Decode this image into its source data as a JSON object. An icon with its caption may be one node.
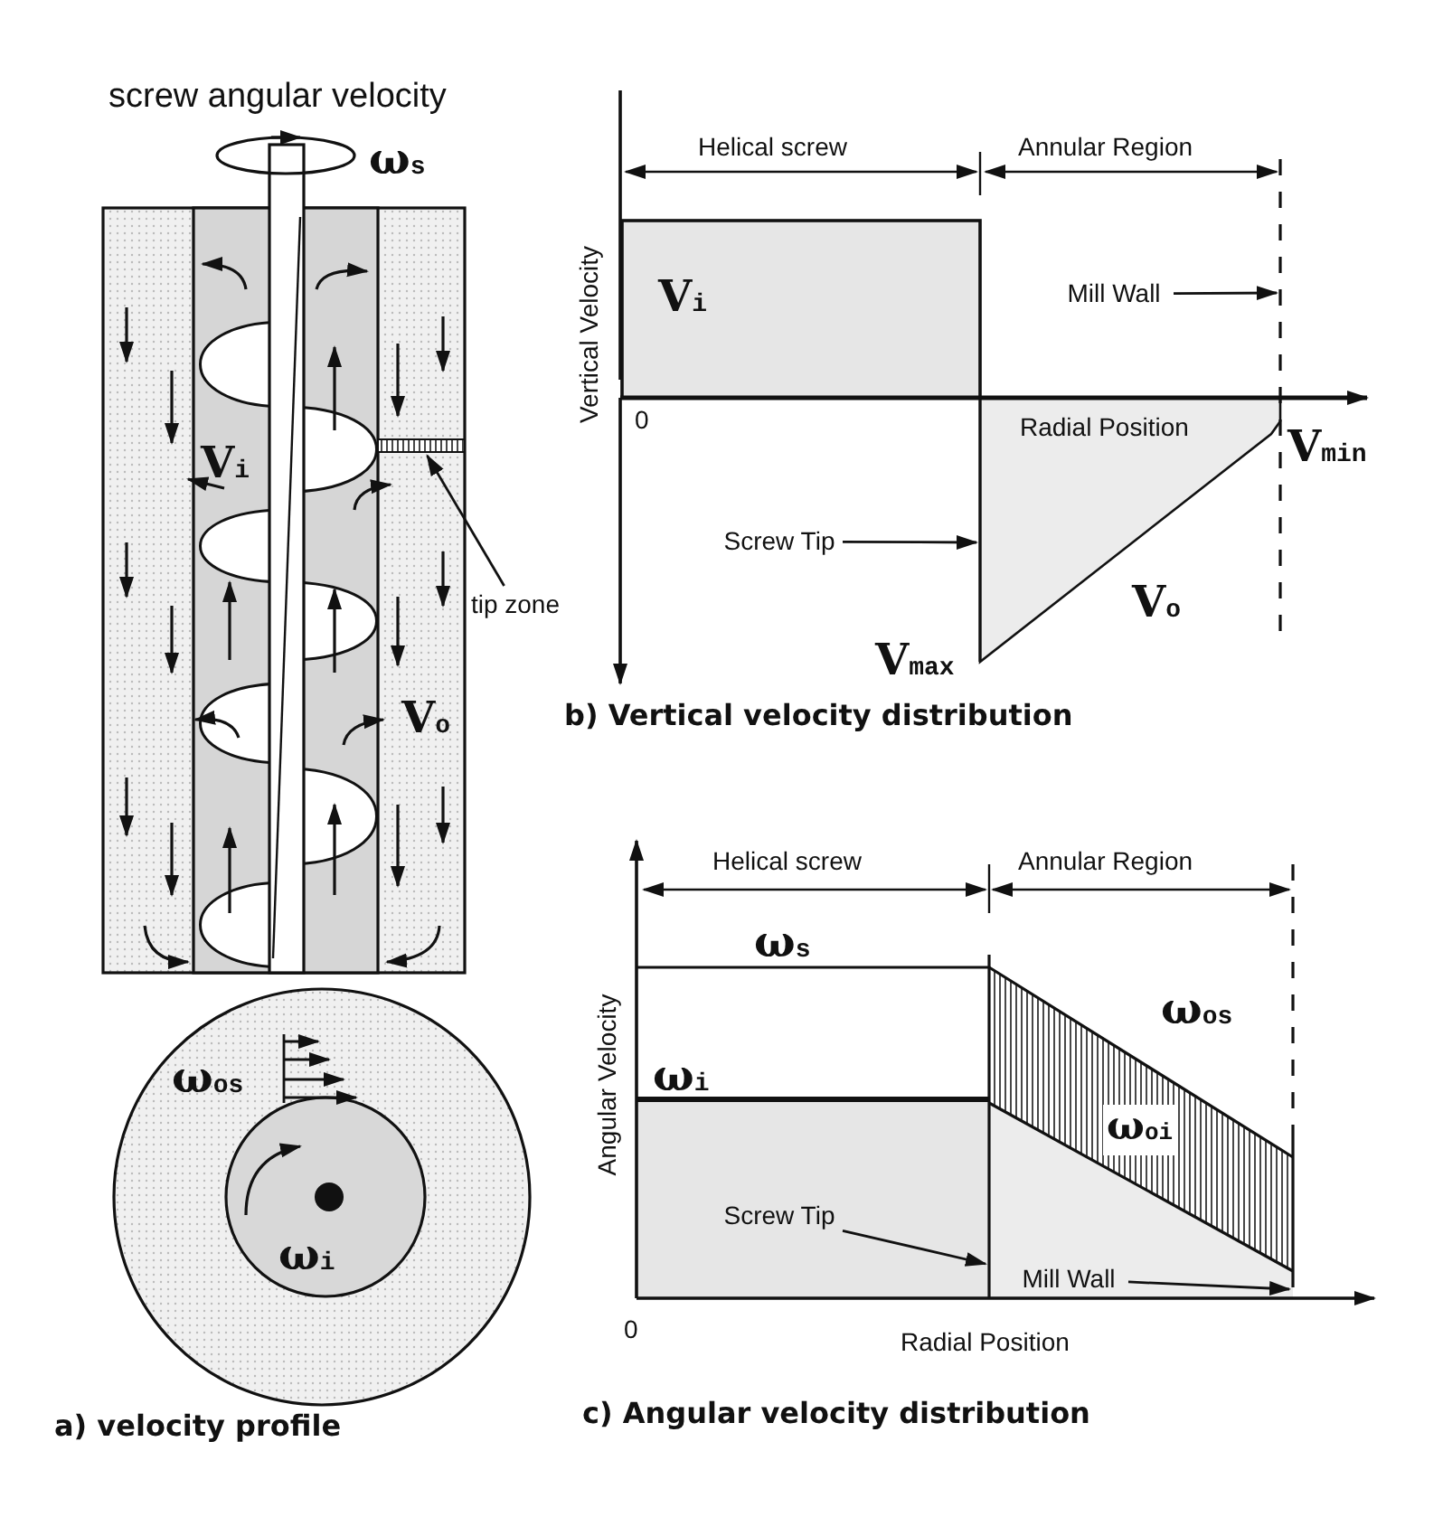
{
  "diagram": {
    "nodes": [
      {
        "text": [
          "tip zone"
        ]
      },
      {
        "text": [],
        "shape": "bar"
      },
      {
        "text": [
          "Mill Wall"
        ]
      },
      {
        "text": [
          "Screw Tip"
        ]
      },
      {
        "text": [
          "Screw Tip"
        ]
      },
      {
        "text": [
          "Mill Wall"
        ]
      },
      {
        "text": [],
        "shape": "line"
      },
      {
        "text": [],
        "shape": "line"
      },
      {
        "text": [],
        "shape": "line"
      },
      {
        "text": [],
        "shape": "line"
      }
    ],
    "edges": [
      {
        "from": 0,
        "to": 1,
        "arrow": "to"
      },
      {
        "from": 2,
        "to": 6,
        "arrow": "to"
      },
      {
        "from": 3,
        "to": 7,
        "arrow": "to"
      },
      {
        "from": 4,
        "to": 8,
        "arrow": "to"
      },
      {
        "from": 5,
        "to": 9,
        "arrow": "to"
      }
    ],
    "labels": [
      "screw angular velocity",
      "ω$_{s}$",
      "V$_{i}$",
      "V$_{o}$",
      "ω$_{os}$",
      "ω$_{i}$",
      "a) velocity profile",
      "Helical screw",
      "Annular Region",
      "Vertical Velocity",
      "V$_{i}$",
      "0",
      "Radial Position",
      "V$_{min}$",
      "V$_{o}$",
      "V$_{max}$",
      "b) Vertical velocity distribution",
      "Helical screw",
      "Annular Region",
      "ω$_{s}$",
      "Angular Velocity",
      "ω$_{os}$",
      "ω$_{i}$",
      "ω$_{oi}$",
      "0",
      "Radial Position",
      "c) Angular velocity distribution"
    ]
  }
}
